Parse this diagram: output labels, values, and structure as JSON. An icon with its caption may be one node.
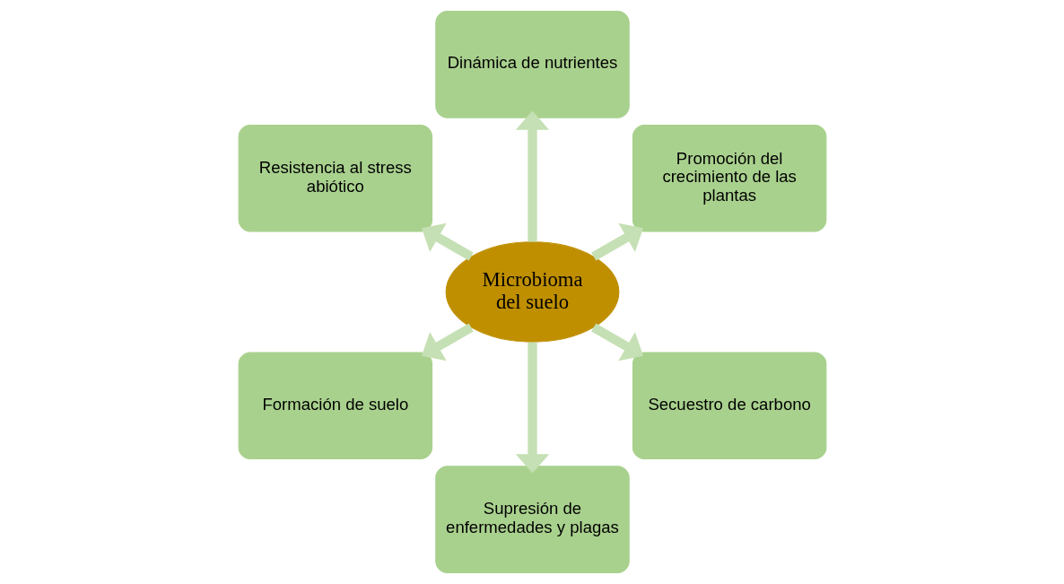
{
  "diagram": {
    "nodes": [
      {
        "text": [
          "Promoción del crecimiento de las plantas"
        ]
      },
      {
        "text": [
          "Dinámica de nutrientes"
        ]
      },
      {
        "text": [
          "Resistencia al stress abiótico"
        ]
      },
      {
        "text": [
          "Formación de suelo"
        ]
      },
      {
        "text": [
          "Supresión de enfermedades y plagas"
        ]
      },
      {
        "text": [
          "Microbioma del suelo"
        ]
      },
      {
        "text": [
          "Secuestro de carbono"
        ]
      }
    ],
    "edges": [
      {
        "from": 5,
        "to": 0,
        "arrow": "to"
      },
      {
        "from": 5,
        "to": 1,
        "arrow": "to"
      },
      {
        "from": 5,
        "to": 2,
        "arrow": "to"
      },
      {
        "from": 5,
        "to": 3,
        "arrow": "to"
      },
      {
        "from": 5,
        "to": 4,
        "arrow": "to"
      },
      {
        "from": 5,
        "to": 6,
        "arrow": "to"
      }
    ]
  }
}
